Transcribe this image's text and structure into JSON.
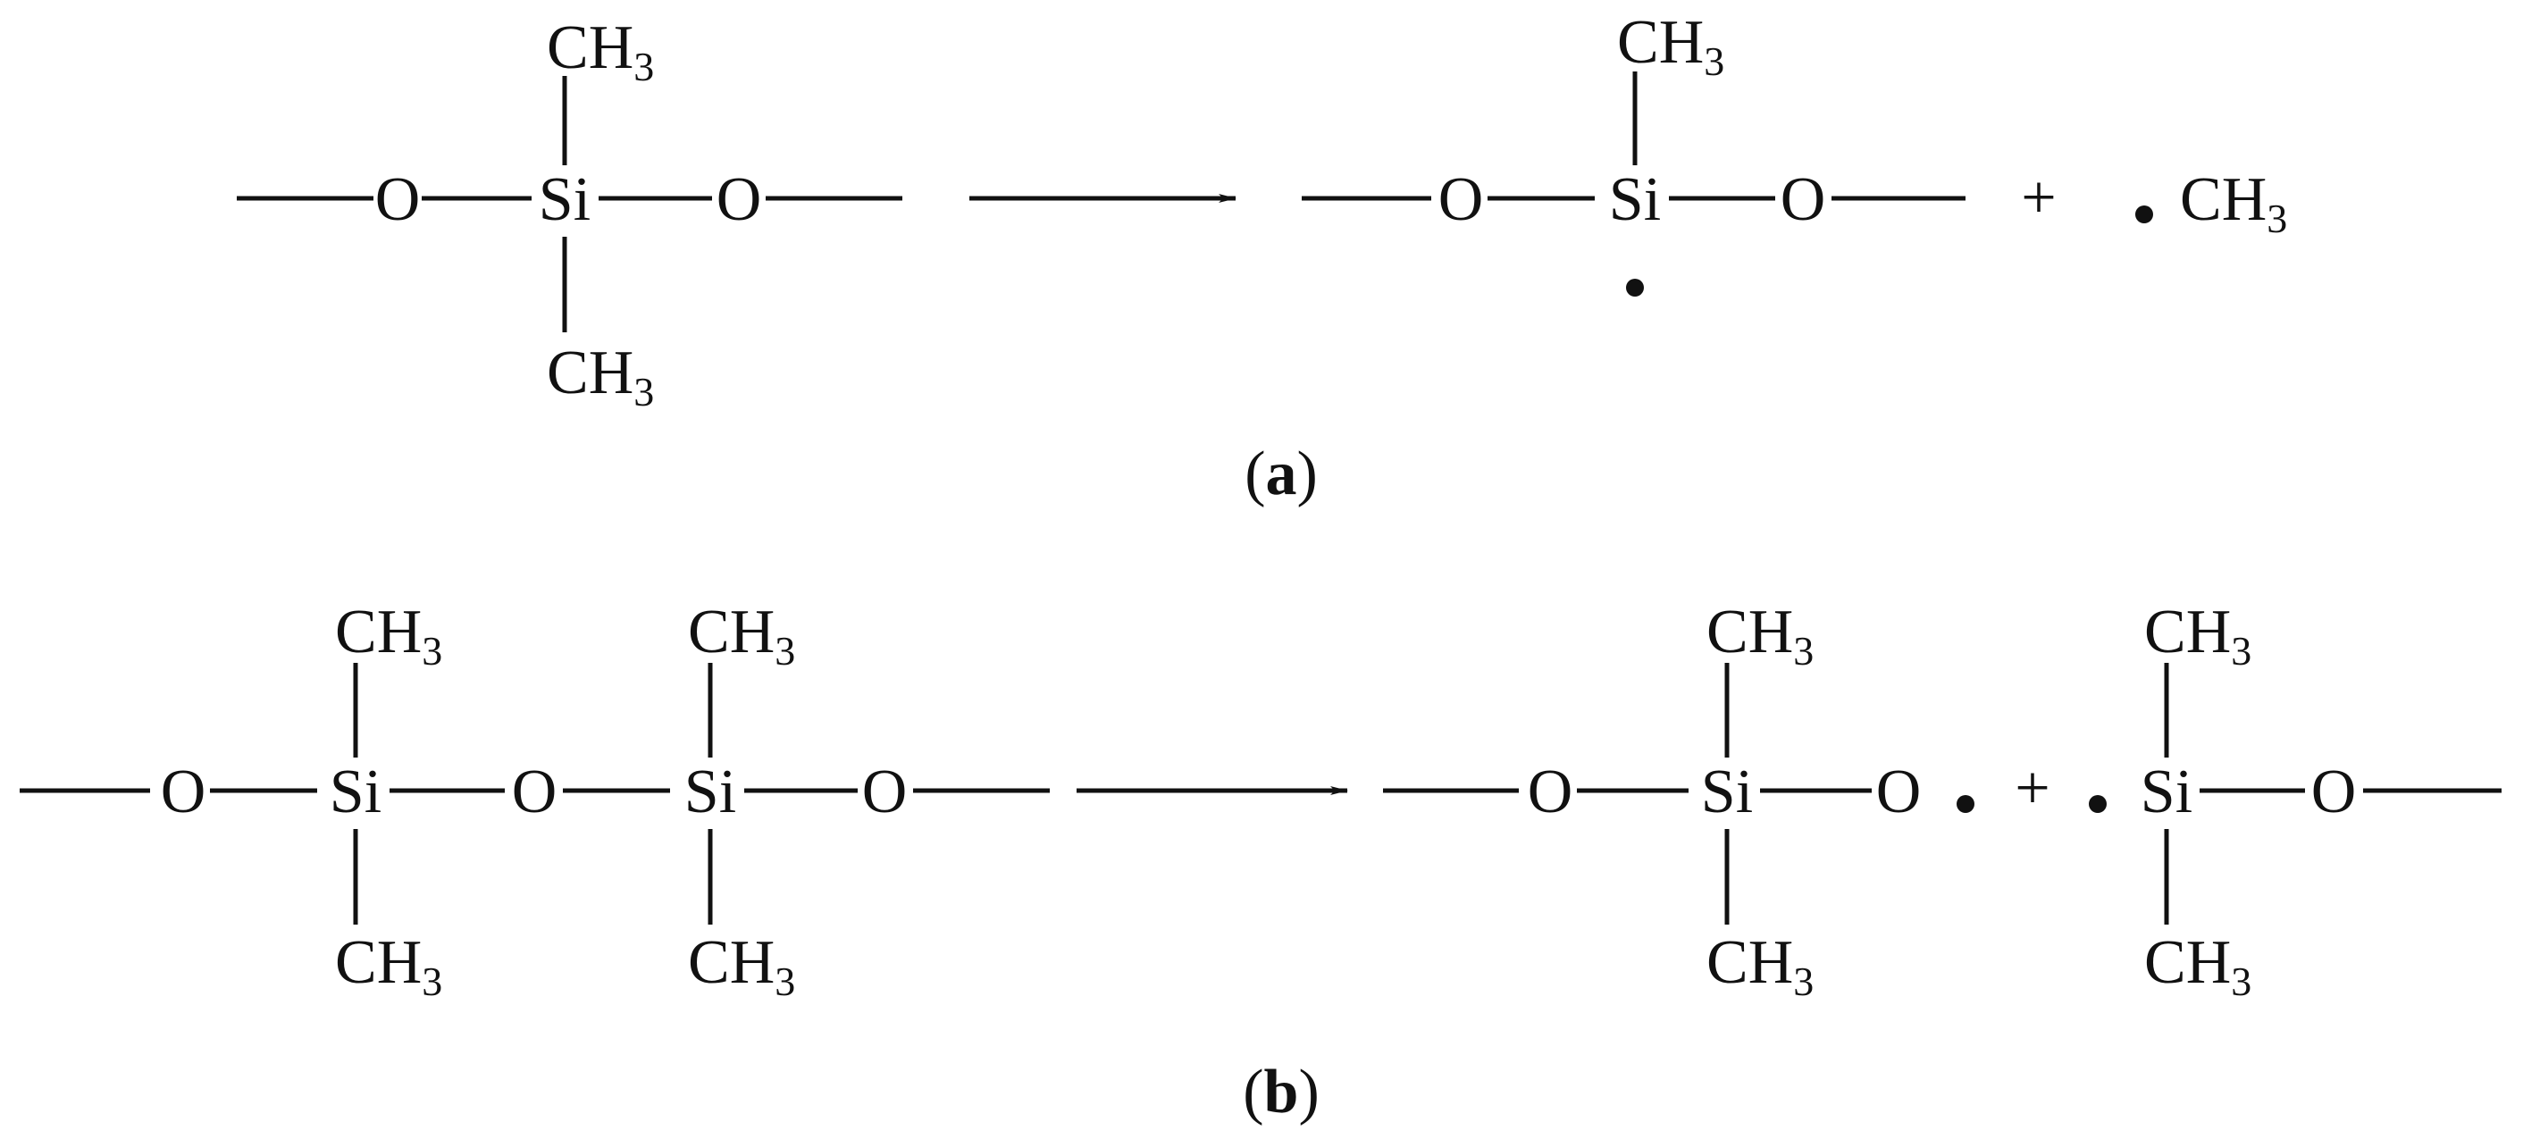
{
  "atoms": {
    "O": "O",
    "Si": "Si",
    "CH": "CH",
    "sub3": "3"
  },
  "operators": {
    "plus": "+"
  },
  "captions": {
    "a": {
      "open": "(",
      "letter": "a",
      "close": ")"
    },
    "b": {
      "open": "(",
      "letter": "b",
      "close": ")"
    }
  },
  "colors": {
    "ink": "#111111",
    "background": "#ffffff"
  }
}
